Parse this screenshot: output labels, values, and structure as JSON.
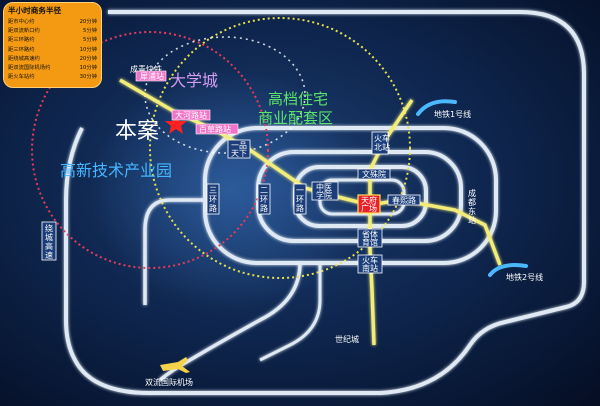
{
  "legend": {
    "title": "半小时商务半径",
    "rows": [
      {
        "place": "距市中心约",
        "time": "20分钟"
      },
      {
        "place": "距双流新口约",
        "time": "5分钟"
      },
      {
        "place": "距三环路约",
        "time": "5分钟"
      },
      {
        "place": "距三环路约",
        "time": "10分钟"
      },
      {
        "place": "距绕城高速约",
        "time": "20分钟"
      },
      {
        "place": "距双流国际机场约",
        "time": "10分钟"
      },
      {
        "place": "距火车站约",
        "time": "30分钟"
      }
    ]
  },
  "zones": {
    "project": "本案",
    "university": "大学城",
    "hightech": "高新技术产业园",
    "residential_1": "高档住宅",
    "residential_2": "商业配套区"
  },
  "roads": {
    "ring3": "三环路",
    "ring2": "二环路",
    "ring1": "一环路",
    "ringroad": "绕城高速"
  },
  "metro": {
    "line1": "地铁1号线",
    "line2": "地铁2号线",
    "rail": "成青快铁"
  },
  "stations": {
    "xiyuan": "犀浦站",
    "dahe": "大河路站",
    "baicao": "百草路站",
    "yipintianxia": "一品天下",
    "zhongyixueyuan": "中医学院",
    "wenshuyuan": "文殊院",
    "tianfu": "天府广场",
    "chunxi": "春熙路",
    "shengtiyu": "省体育馆",
    "huochenan": "火车南站",
    "huochebei": "火车北站",
    "chengdudong": "成都东站",
    "shijicheng": "世纪城",
    "airport": "双流国际机场"
  },
  "colors": {
    "background": "#0f2750",
    "road": "#dfe9f3",
    "metro_line": "#f2ec79",
    "university_circle": "#e63b5a",
    "residential_circle": "#e8e04a",
    "project_star": "#ff2020",
    "legend_bg": "#f39a12",
    "university_text": "#d59cf2",
    "hightech_text": "#45b6ff",
    "residential_text": "#5be36a"
  }
}
